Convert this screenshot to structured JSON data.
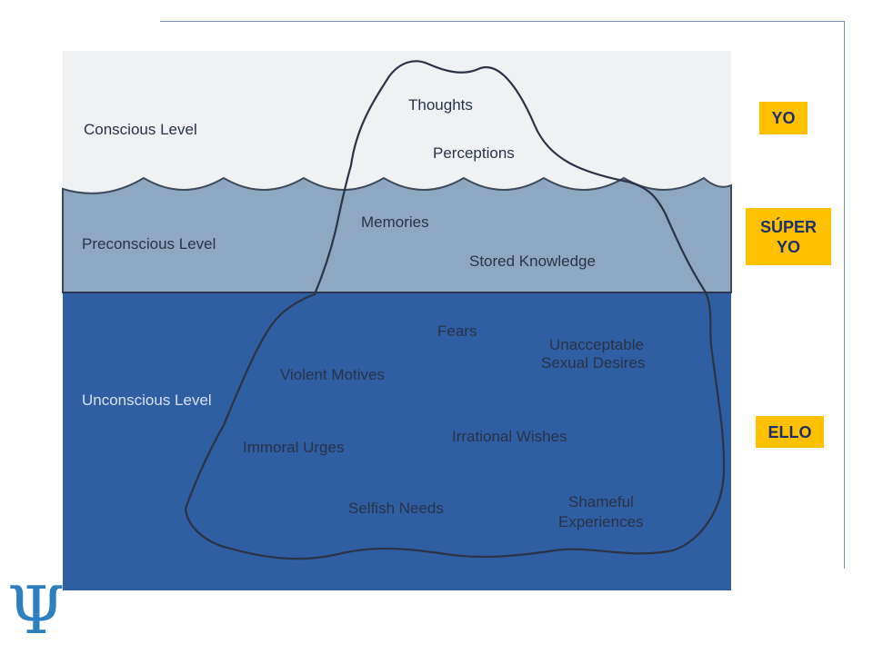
{
  "levels": {
    "conscious": "Conscious Level",
    "preconscious": "Preconscious Level",
    "unconscious": "Unconscious Level"
  },
  "iceberg": {
    "conscious_items": [
      "Thoughts",
      "Perceptions"
    ],
    "preconscious_items": [
      "Memories",
      "Stored Knowledge"
    ],
    "unconscious_items": [
      "Fears",
      "Unacceptable",
      "Sexual Desires",
      "Violent Motives",
      "Irrational Wishes",
      "Immoral Urges",
      "Selfish Needs",
      "Shameful",
      "Experiences"
    ]
  },
  "badges": {
    "yo": "YO",
    "super_yo_line1": "SÚPER",
    "super_yo_line2": "YO",
    "ello": "ELLO"
  },
  "logo": {
    "symbol": "Ψ"
  },
  "colors": {
    "sky": "#eff1f3",
    "preconscious_water": "#8fa8c2",
    "unconscious_water": "#2f5ea3",
    "iceberg_top": "#8fadc6",
    "iceberg_middle": "#ead8d4",
    "iceberg_bottom": "#93adc4",
    "badge": "#ffc000"
  }
}
